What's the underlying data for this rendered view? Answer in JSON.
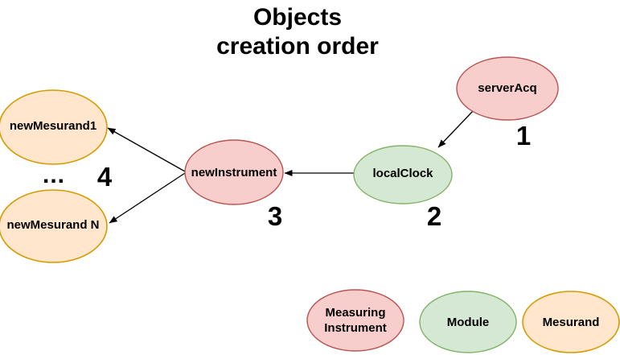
{
  "title": {
    "line1": "Objects",
    "line2": "creation order"
  },
  "nodes": {
    "serverAcq": {
      "label": "serverAcq",
      "type": "Measuring Instrument",
      "order": "1"
    },
    "localClock": {
      "label": "localClock",
      "type": "Module",
      "order": "2"
    },
    "newInstrument": {
      "label": "newInstrument",
      "type": "Measuring Instrument",
      "order": "3"
    },
    "newMesurand1": {
      "label": "newMesurand1",
      "type": "Mesurand"
    },
    "newMesurandN": {
      "label": "newMesurand N",
      "type": "Mesurand"
    }
  },
  "mesurand_group": {
    "ellipsis": "...",
    "order": "4"
  },
  "edges": [
    {
      "from": "serverAcq",
      "to": "localClock"
    },
    {
      "from": "localClock",
      "to": "newInstrument"
    },
    {
      "from": "newInstrument",
      "to": "newMesurand1"
    },
    {
      "from": "newInstrument",
      "to": "newMesurand N"
    }
  ],
  "legend": {
    "measuring_instrument": {
      "line1": "Measuring",
      "line2": "Instrument"
    },
    "module": {
      "label": "Module"
    },
    "mesurand": {
      "label": "Mesurand"
    }
  },
  "colors": {
    "measuring_instrument_fill": "#f8cecc",
    "measuring_instrument_stroke": "#b85450",
    "module_fill": "#d5e8d4",
    "module_stroke": "#82b366",
    "mesurand_fill": "#ffe6cc",
    "mesurand_stroke": "#d79b00",
    "arrow": "#000000",
    "text": "#000000",
    "background": "#ffffff"
  }
}
